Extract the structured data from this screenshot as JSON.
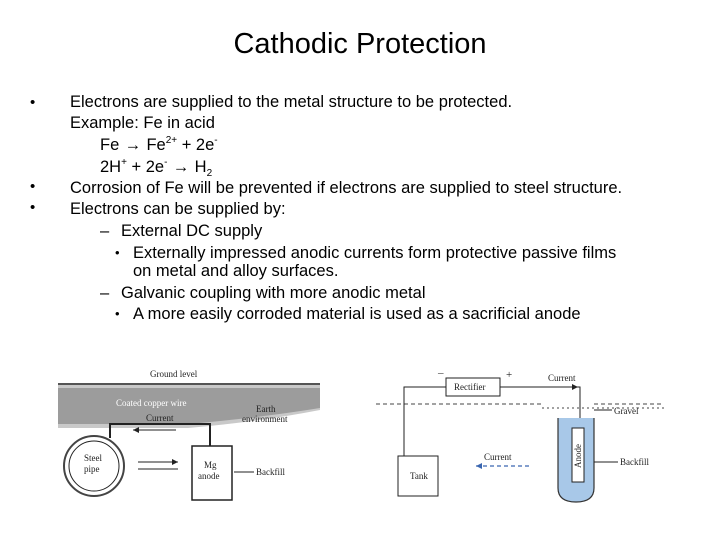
{
  "slide": {
    "title": "Cathodic Protection"
  },
  "content": {
    "bullet_symbol": "•",
    "line1": "Electrons are supplied to the metal structure to be protected.",
    "line2": "Example: Fe in acid",
    "eq1": {
      "left": "Fe",
      "right_base": "Fe",
      "right_sup": "2+",
      "tail": " + 2e",
      "tail_sup": "-"
    },
    "eq2": {
      "a_base": "2H",
      "a_sup": "+",
      "b": " + 2e",
      "b_sup": "-",
      "c_base": "H",
      "c_sub": "2"
    },
    "line3": "Corrosion of Fe will be prevented if electrons are supplied to steel structure.",
    "line4": "Electrons can be supplied by:",
    "dash_symbol": "–",
    "sub1": "External DC supply",
    "sub1_item_l1": "Externally impressed anodic currents form protective passive films",
    "sub1_item_l2": "on metal and alloy surfaces.",
    "sub2": "Galvanic coupling with more anodic metal",
    "sub2_item": "A more easily corroded material is used as a sacrificial anode"
  },
  "figure_left": {
    "ground_level": "Ground level",
    "coated_wire": "Coated copper wire",
    "current": "Current",
    "earth_env_l1": "Earth",
    "earth_env_l2": "environment",
    "steel_pipe_l1": "Steel",
    "steel_pipe_l2": "pipe",
    "mg_anode_l1": "Mg",
    "mg_anode_l2": "anode",
    "backfill": "Backfill"
  },
  "figure_right": {
    "minus": "–",
    "plus": "+",
    "rectifier": "Rectifier",
    "current_top": "Current",
    "gravel": "Gravel",
    "tank": "Tank",
    "current_mid": "Current",
    "anode": "Anode",
    "backfill": "Backfill"
  }
}
